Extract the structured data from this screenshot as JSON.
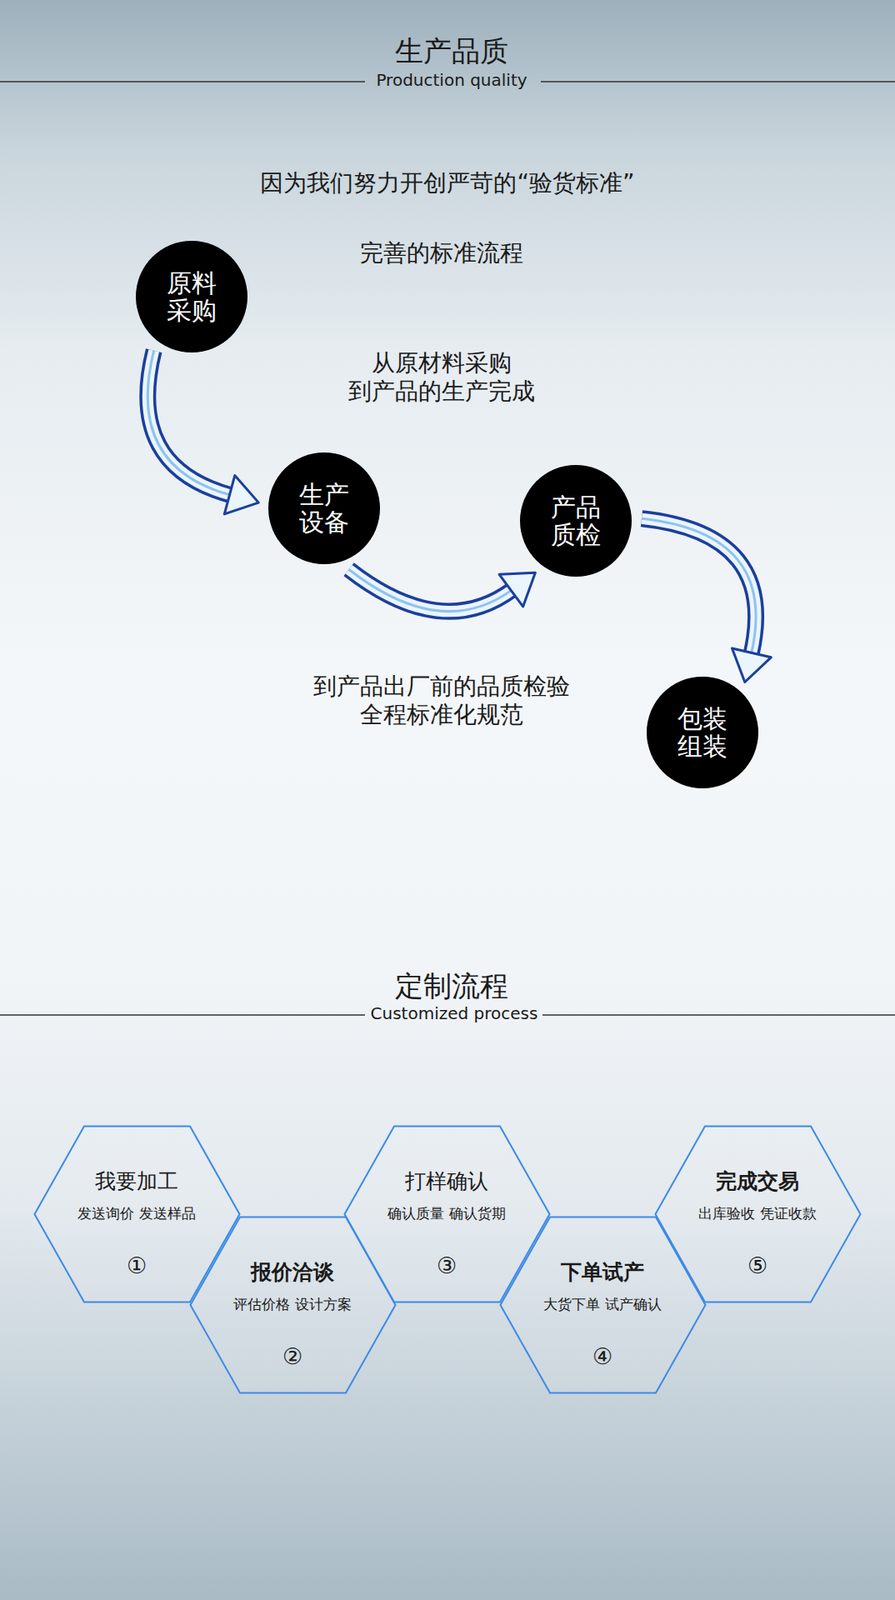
{
  "diagram": {
    "title": "生产品质",
    "nodes": [
      {
        "text": [
          "原料 采购"
        ]
      },
      {
        "text": [
          "生产 设备"
        ]
      },
      {
        "text": [
          "产品 质检"
        ]
      },
      {
        "text": [
          "包装 组装"
        ]
      },
      {
        "text": [
          "我要加工",
          "发送询价 发送样品",
          "①"
        ]
      },
      {
        "text": [
          "报价洽谈",
          "评估价格 设计方案",
          "②"
        ]
      },
      {
        "text": [
          "打样确认",
          "确认质量 确认货期",
          "③"
        ]
      },
      {
        "text": [
          "下单试产",
          "大货下单 试产确认",
          "④"
        ]
      },
      {
        "text": [
          "完成交易",
          "出库验收 凭证收款",
          "⑤"
        ]
      }
    ],
    "edges": [
      {
        "from": 0,
        "to": 1,
        "arrow": "to"
      },
      {
        "from": 1,
        "to": 2,
        "arrow": "to"
      },
      {
        "from": 2,
        "to": 3,
        "arrow": "to"
      }
    ],
    "labels": [
      "Production quality",
      "因为我们努力开创严苛的“验货标准”",
      "完善的标准流程",
      "从原材料采购 到产品的生产完成",
      "到产品出厂前的品质检验 全程标准化规范",
      "定制流程",
      "Customized process"
    ]
  }
}
